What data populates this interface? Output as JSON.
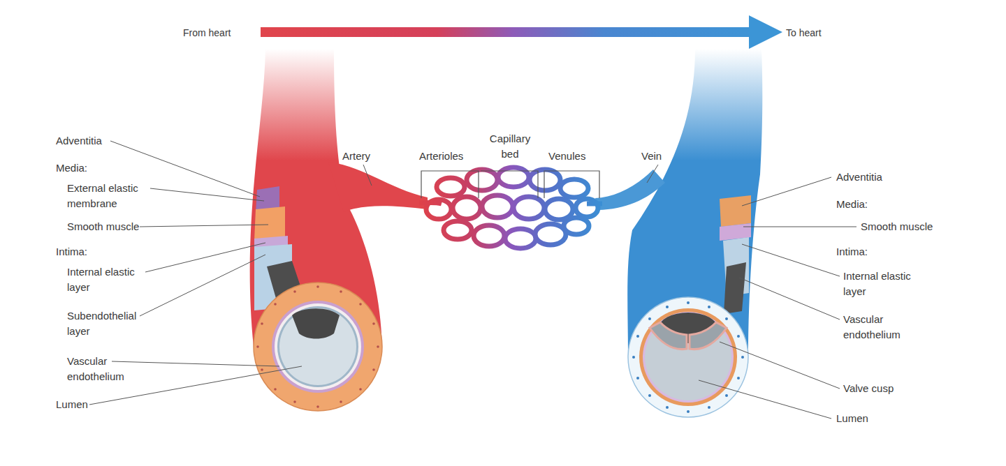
{
  "diagram": {
    "labels": [
      "From heart",
      "To heart",
      "Adventitia",
      "Media:",
      "External elastic membrane",
      "Smooth muscle",
      "Intima:",
      "Internal elastic layer",
      "Subendothelial layer",
      "Vascular endothelium",
      "Lumen",
      "Artery",
      "Arterioles",
      "Capillary bed",
      "Venules",
      "Vein",
      "Adventitia",
      "Media:",
      "Smooth muscle",
      "Intima:",
      "Internal elastic layer",
      "Vascular endothelium",
      "Valve cusp",
      "Lumen"
    ]
  }
}
